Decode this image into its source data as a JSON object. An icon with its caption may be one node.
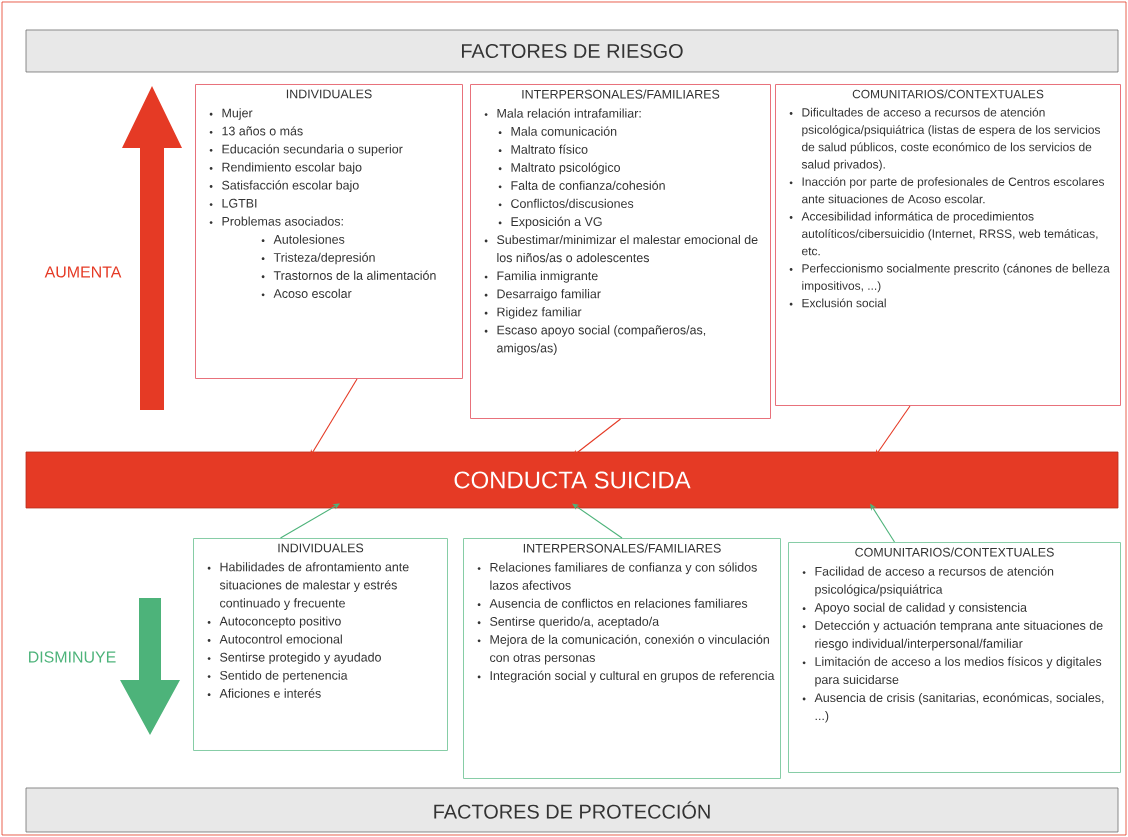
{
  "diagram": {
    "nodes": [
      {
        "text": [
          "FACTORES DE RIESGO"
        ]
      },
      {
        "text": [
          "INDIVIDUALES",
          "Mujer",
          "13 años o más",
          "Educación secundaria o superior",
          "Rendimiento escolar bajo",
          "Satisfacción escolar bajo",
          "LGTBI",
          "Problemas asociados:",
          "Autolesiones",
          "Tristeza/depresión",
          "Trastornos de la alimentación",
          "Acoso escolar"
        ]
      },
      {
        "text": [
          "INTERPERSONALES/FAMILIARES",
          "Mala relación intrafamiliar:",
          "Mala comunicación",
          "Maltrato físico",
          "Maltrato psicológico",
          "Falta de confianza/cohesión",
          "Conflictos/discusiones",
          "Exposición a VG",
          "Subestimar/minimizar el malestar emocional de los niños/as o adolescentes",
          "Familia inmigrante",
          "Desarraigo familiar",
          "Rigidez familiar",
          "Escaso apoyo social (compañeros/as, amigos/as)"
        ]
      },
      {
        "text": [
          "COMUNITARIOS/CONTEXTUALES",
          "Dificultades de acceso a recursos de atención psicológica/psiquiátrica (listas de espera de los servicios de salud públicos, coste económico de los servicios de salud privados).",
          "Inacción por parte de profesionales de Centros escolares ante situaciones de Acoso escolar.",
          "Accesibilidad informática de procedimientos autolíticos/cibersuicidio (Internet, RRSS, web temáticas, etc.",
          "Perfeccionismo socialmente prescrito (cánones de belleza impositivos, ...)",
          "Exclusión social"
        ]
      },
      {
        "text": [
          "CONDUCTA SUICIDA"
        ]
      },
      {
        "text": [
          "INDIVIDUALES",
          "Habilidades de afrontamiento ante situaciones de malestar y estrés continuado y frecuente",
          "Autoconcepto positivo",
          "Autocontrol emocional",
          "Sentirse protegido y ayudado",
          "Sentido de pertenencia",
          "Aficiones e interés"
        ]
      },
      {
        "text": [
          "INTERPERSONALES/FAMILIARES",
          "Relaciones familiares de confianza y con sólidos lazos afectivos",
          "Ausencia de conflictos en relaciones familiares",
          "Sentirse querido/a, aceptado/a",
          "Mejora de la comunicación, conexión o vinculación con otras personas",
          "Integración social y cultural en grupos de referencia"
        ]
      },
      {
        "text": [
          "COMUNITARIOS/CONTEXTUALES",
          "Facilidad de acceso a recursos de atención psicológica/psiquiátrica",
          "Apoyo social de calidad y consistencia",
          "Detección y actuación temprana ante situaciones de riesgo individual/interpersonal/familiar",
          "Limitación de acceso a los medios físicos y digitales para suicidarse",
          "Ausencia de crisis (sanitarias, económicas, sociales, ...)"
        ]
      },
      {
        "text": [
          "FACTORES DE PROTECCIÓN"
        ]
      }
    ],
    "edges": [
      {
        "from": 1,
        "to": 4,
        "arrow": "to"
      },
      {
        "from": 2,
        "to": 4,
        "arrow": "to"
      },
      {
        "from": 3,
        "to": 4,
        "arrow": "to"
      },
      {
        "from": 5,
        "to": 4,
        "arrow": "to",
        "color": "#4db37a"
      },
      {
        "from": 6,
        "to": 4,
        "arrow": "to",
        "color": "#4db37a"
      },
      {
        "from": 7,
        "to": 4,
        "arrow": "to",
        "color": "#4db37a"
      }
    ],
    "labels": [
      "AUMENTA",
      "DISMINUYE"
    ]
  }
}
